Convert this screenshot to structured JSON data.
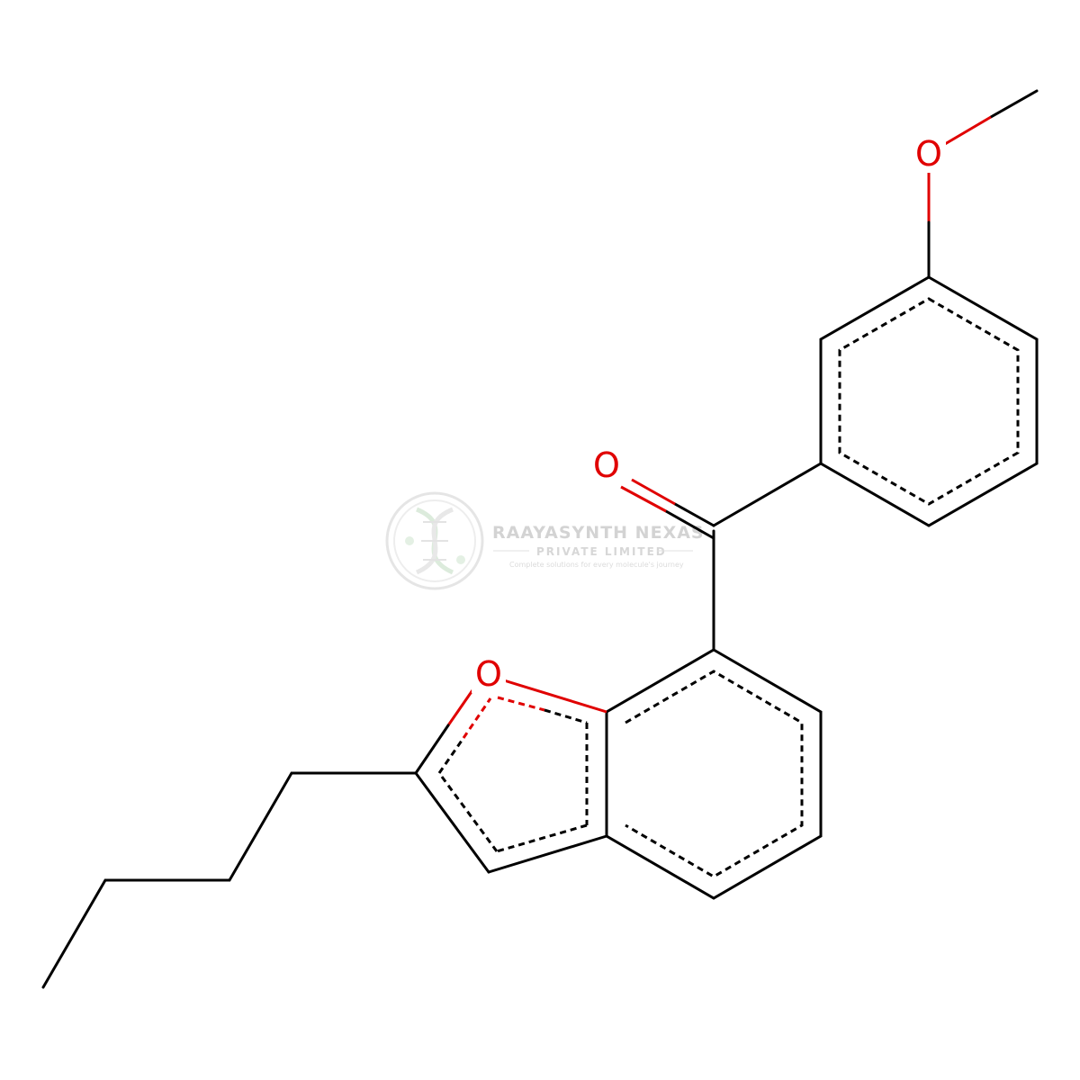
{
  "molecule": {
    "atoms": {
      "methoxy_oxygen": "O",
      "carbonyl_oxygen": "O",
      "furan_oxygen": "O"
    },
    "colors": {
      "bond": "#000000",
      "heteroatom": "#e00000"
    }
  },
  "watermark": {
    "company": "RAAYASYNTH NEXAS",
    "subtitle": "PRIVATE LIMITED",
    "tagline": "Complete solutions for every molecule's journey",
    "logo_icon": "dna-helix-icon"
  }
}
